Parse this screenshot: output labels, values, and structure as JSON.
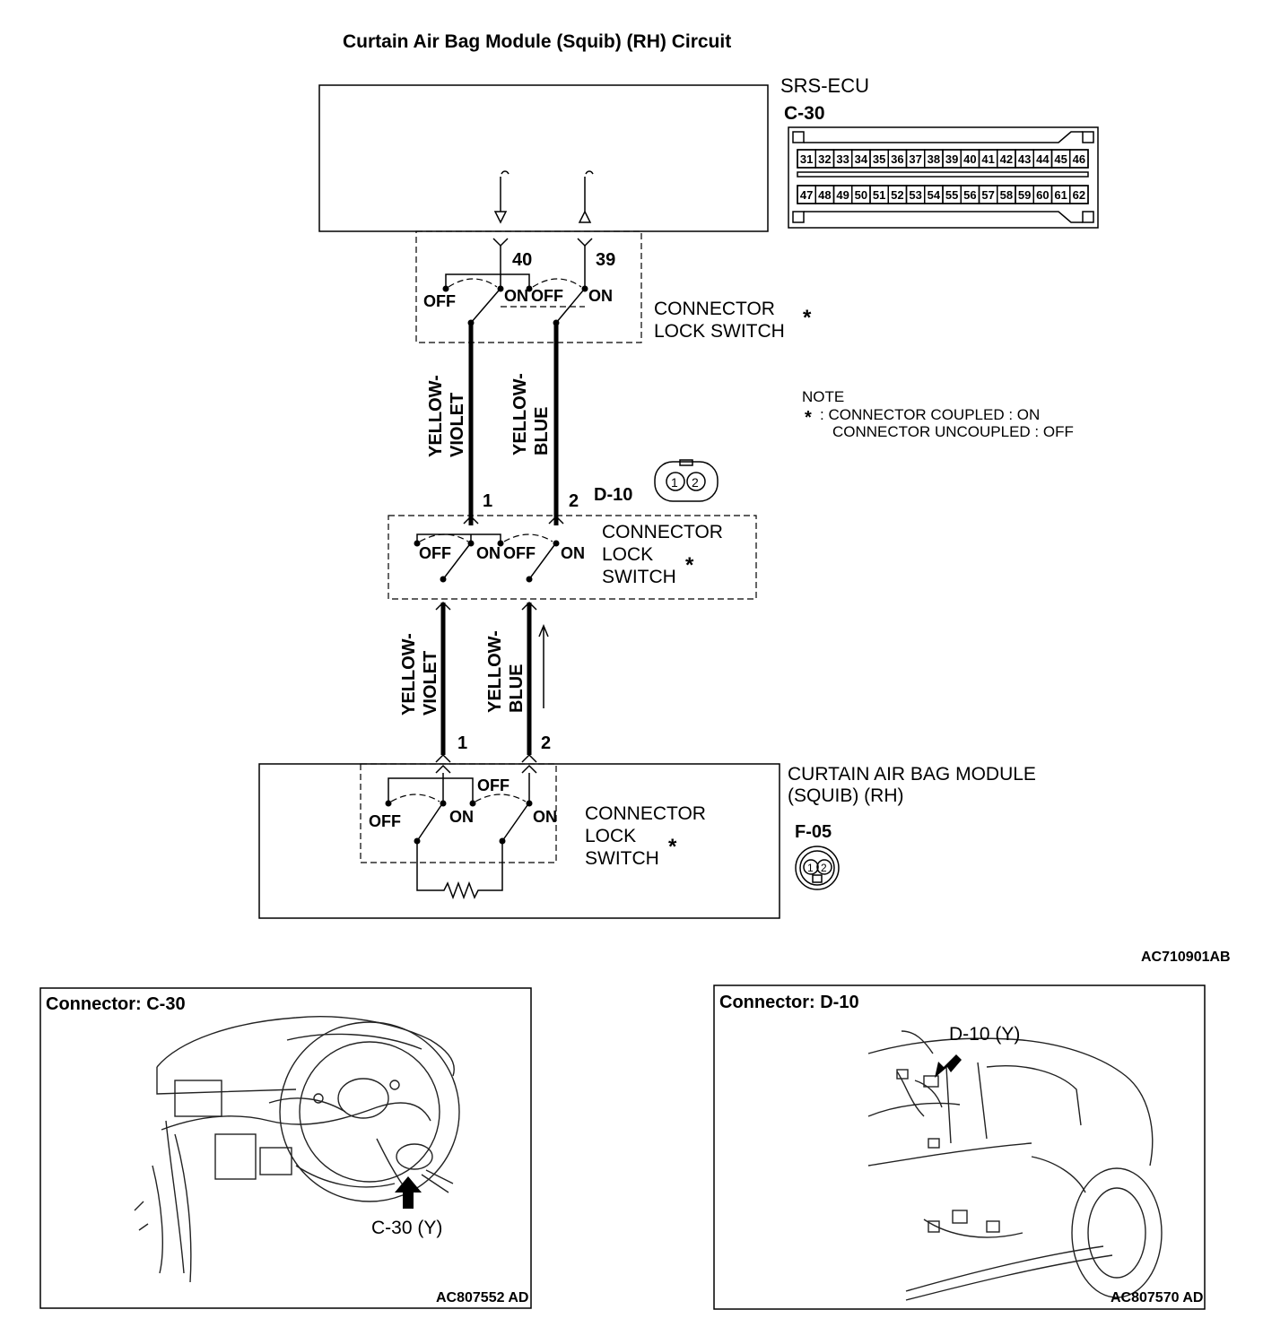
{
  "title": "Curtain Air Bag Module (Squib) (RH) Circuit",
  "ecu": {
    "name": "SRS-ECU",
    "connector": "C-30"
  },
  "c30_pins": {
    "row1": [
      "31",
      "32",
      "33",
      "34",
      "35",
      "36",
      "37",
      "38",
      "39",
      "40",
      "41",
      "42",
      "43",
      "44",
      "45",
      "46"
    ],
    "row2": [
      "47",
      "48",
      "49",
      "50",
      "51",
      "52",
      "53",
      "54",
      "55",
      "56",
      "57",
      "58",
      "59",
      "60",
      "61",
      "62"
    ]
  },
  "pins": {
    "p40": "40",
    "p39": "39",
    "d10_1": "1",
    "d10_2": "2",
    "f05_1": "1",
    "f05_2": "2"
  },
  "switch_labels": {
    "off": "OFF",
    "on": "ON"
  },
  "lock_switch": {
    "line1": "CONNECTOR",
    "line2": "LOCK SWITCH",
    "word_lock": "LOCK",
    "word_switch": "SWITCH",
    "star": "*"
  },
  "wires": {
    "yv_1": "YELLOW-",
    "yv_2": "VIOLET",
    "yb_1": "YELLOW-",
    "yb_2": "BLUE"
  },
  "d10": {
    "name": "D-10",
    "pin1": "1",
    "pin2": "2"
  },
  "note": {
    "heading": "NOTE",
    "star": "*",
    "line1": ": CONNECTOR COUPLED : ON",
    "line2": "CONNECTOR UNCOUPLED : OFF"
  },
  "module": {
    "line1": "CURTAIN AIR BAG MODULE",
    "line2": "(SQUIB) (RH)",
    "connector": "F-05",
    "pin1": "1",
    "pin2": "2"
  },
  "figure_code": "AC710901AB",
  "panel_c30": {
    "title": "Connector: C-30",
    "callout": "C-30 (Y)",
    "code": "AC807552 AD"
  },
  "panel_d10": {
    "title": "Connector: D-10",
    "callout": "D-10 (Y)",
    "code": "AC807570 AD"
  }
}
